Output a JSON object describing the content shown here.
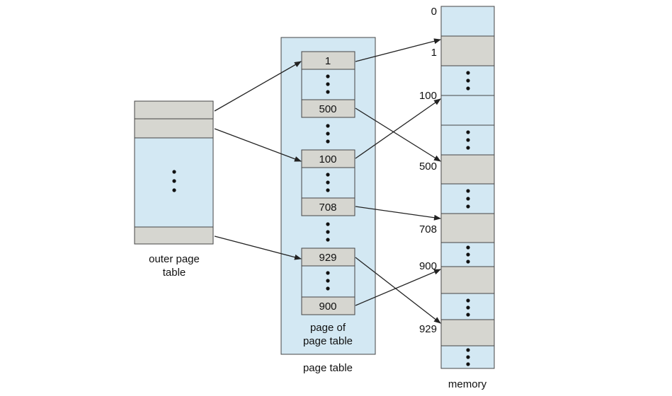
{
  "colors": {
    "light_blue": "#d3e8f3",
    "gray_entry": "#d6d6d0",
    "outline": "#444444",
    "arrow": "#222222"
  },
  "outer_page_table": {
    "label_line1": "outer page",
    "label_line2": "table"
  },
  "page_table": {
    "label": "page table",
    "inner_label_line1": "page of",
    "inner_label_line2": "page table",
    "entries": [
      "1",
      "500",
      "100",
      "708",
      "929",
      "900"
    ]
  },
  "memory": {
    "label": "memory",
    "addresses": [
      "0",
      "1",
      "100",
      "500",
      "708",
      "900",
      "929"
    ]
  }
}
